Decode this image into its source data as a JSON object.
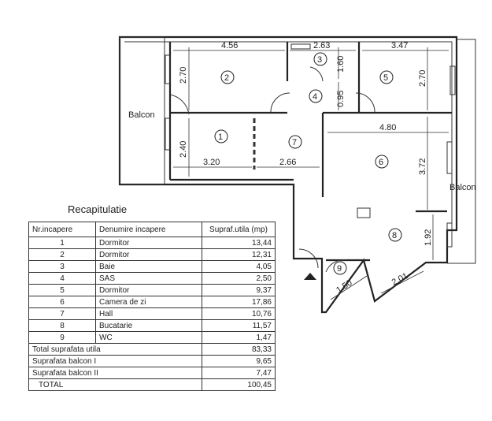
{
  "plan": {
    "rooms": [
      {
        "num": "1"
      },
      {
        "num": "2"
      },
      {
        "num": "3"
      },
      {
        "num": "4"
      },
      {
        "num": "5"
      },
      {
        "num": "6"
      },
      {
        "num": "7"
      },
      {
        "num": "8"
      },
      {
        "num": "9"
      }
    ],
    "dimensions": [
      "4.56",
      "2.63",
      "3.47",
      "2.70",
      "1.60",
      "2.70",
      "0.95",
      "2.40",
      "3.20",
      "2.66",
      "4.80",
      "3.72",
      "1.92",
      "1.50",
      "2.01"
    ],
    "balcony_left": "Balcon",
    "balcony_right": "Balcon"
  },
  "recap": {
    "title": "Recapitulatie",
    "headers": [
      "Nr.incapere",
      "Denumire incapere",
      "Supraf.utila (mp)"
    ],
    "rows": [
      [
        "1",
        "Dormitor",
        "13,44"
      ],
      [
        "2",
        "Dormitor",
        "12,31"
      ],
      [
        "3",
        "Baie",
        "4,05"
      ],
      [
        "4",
        "SAS",
        "2,50"
      ],
      [
        "5",
        "Dormitor",
        "9,37"
      ],
      [
        "6",
        "Camera de zi",
        "17,86"
      ],
      [
        "7",
        "Hall",
        "10,76"
      ],
      [
        "8",
        "Bucatarie",
        "11,57"
      ],
      [
        "9",
        "WC",
        "1,47"
      ]
    ],
    "totals": [
      [
        "Total suprafata utila",
        "83,33"
      ],
      [
        "Suprafata balcon I",
        "9,65"
      ],
      [
        "Suprafata balcon II",
        "7,47"
      ],
      [
        "TOTAL",
        "100,45"
      ]
    ]
  }
}
